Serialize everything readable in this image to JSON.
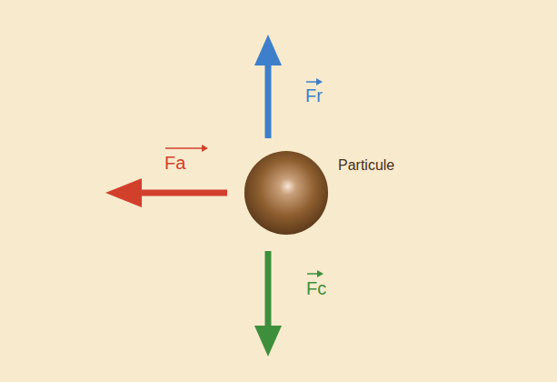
{
  "diagram": {
    "nodes": [
      {
        "text": [
          "Particule"
        ]
      }
    ],
    "labels": [
      "Fr",
      "Fa",
      "Fc"
    ]
  }
}
